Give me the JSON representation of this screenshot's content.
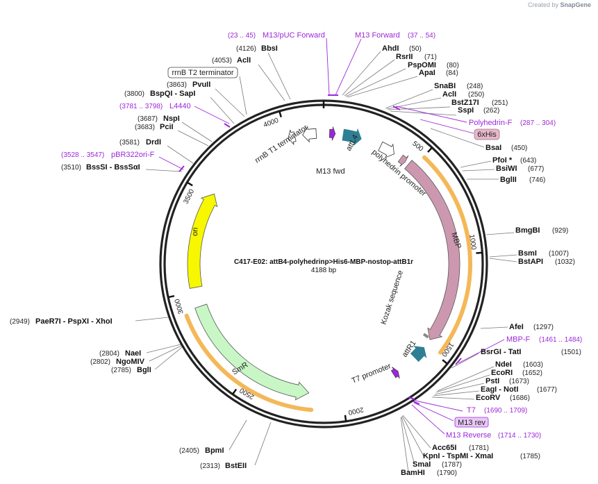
{
  "watermark": {
    "created_by": "Created by",
    "brand": "SnapGene"
  },
  "plasmid": {
    "name": "C417-E02: attB4-polyhedrinp>His6-MBP-nostop-attB1r",
    "size_text": "4188 bp",
    "length": 4188
  },
  "colors": {
    "backbone": "#222222",
    "primer": "#9c27d9",
    "ori": "#f7f700",
    "smr": "#c8f7c5",
    "mbp": "#cc98b0",
    "att": "#2e7f93",
    "translated_outline": "#f0a020",
    "tag_box": "#e6b8c9"
  },
  "ticks": [
    "500",
    "1000",
    "1500",
    "2000",
    "2500",
    "3000",
    "3500",
    "4000"
  ],
  "features": [
    {
      "id": "rrnb-t2-terminator",
      "label": "rrnB T2 terminator",
      "boxed": true
    },
    {
      "id": "rrnb-t1-terminator",
      "label": "rrnB T1 terminator"
    },
    {
      "id": "m13-fwd",
      "label": "M13 fwd"
    },
    {
      "id": "attl4",
      "label": "attL4"
    },
    {
      "id": "polyhedrin-promoter",
      "label": "polyhedrin promoter"
    },
    {
      "id": "mbp",
      "label": "MBP"
    },
    {
      "id": "kozak",
      "label": "Kozak sequence"
    },
    {
      "id": "attr1",
      "label": "attR1"
    },
    {
      "id": "t7-promoter",
      "label": "T7 promoter"
    },
    {
      "id": "smr",
      "label": "SmR"
    },
    {
      "id": "ori",
      "label": "ori"
    },
    {
      "id": "6xhis",
      "label": "6xHis",
      "boxed": true
    }
  ],
  "enzymes_right": [
    {
      "name": "AhdI",
      "pos": "(50)"
    },
    {
      "name": "RsrII",
      "pos": "(71)"
    },
    {
      "name": "PspOMI",
      "pos": "(80)"
    },
    {
      "name": "ApaI",
      "pos": "(84)"
    },
    {
      "name": "SnaBI",
      "pos": "(248)"
    },
    {
      "name": "AclI",
      "pos": "(250)"
    },
    {
      "name": "BstZ17I",
      "pos": "(251)"
    },
    {
      "name": "SspI",
      "pos": "(262)"
    },
    {
      "name": "BsaI",
      "pos": "(450)"
    },
    {
      "name": "PfoI *",
      "pos": "(643)"
    },
    {
      "name": "BsiWI",
      "pos": "(677)"
    },
    {
      "name": "BglII",
      "pos": "(746)"
    },
    {
      "name": "BmgBI",
      "pos": "(929)"
    },
    {
      "name": "BsmI",
      "pos": "(1007)"
    },
    {
      "name": "BstAPI",
      "pos": "(1032)"
    },
    {
      "name": "AfeI",
      "pos": "(1297)"
    },
    {
      "name": "BsrGI - TatI",
      "pos": "(1501)"
    },
    {
      "name": "NdeI",
      "pos": "(1603)"
    },
    {
      "name": "EcoRI",
      "pos": "(1652)"
    },
    {
      "name": "PstI",
      "pos": "(1673)"
    },
    {
      "name": "EagI - NotI",
      "pos": "(1677)"
    },
    {
      "name": "EcoRV",
      "pos": "(1686)"
    },
    {
      "name": "Acc65I",
      "pos": "(1781)"
    },
    {
      "name": "KpnI - TspMI - XmaI",
      "pos": "(1785)"
    },
    {
      "name": "SmaI",
      "pos": "(1787)"
    },
    {
      "name": "BamHI",
      "pos": "(1790)"
    }
  ],
  "enzymes_left": [
    {
      "name": "BbsI",
      "pos": "(4126)"
    },
    {
      "name": "AclI",
      "pos": "(4053)"
    },
    {
      "name": "PvuII",
      "pos": "(3863)"
    },
    {
      "name": "BspQI - SapI",
      "pos": "(3800)"
    },
    {
      "name": "NspI",
      "pos": "(3687)"
    },
    {
      "name": "PciI",
      "pos": "(3683)"
    },
    {
      "name": "DrdI",
      "pos": "(3581)"
    },
    {
      "name": "BssSI - BssSαI",
      "pos": "(3510)"
    },
    {
      "name": "PaeR7I - PspXI - XhoI",
      "pos": "(2949)"
    },
    {
      "name": "NaeI",
      "pos": "(2804)"
    },
    {
      "name": "NgoMIV",
      "pos": "(2802)"
    },
    {
      "name": "BglI",
      "pos": "(2785)"
    },
    {
      "name": "BpmI",
      "pos": "(2405)"
    },
    {
      "name": "BstEII",
      "pos": "(2313)"
    }
  ],
  "primers": [
    {
      "name": "M13/pUC Forward",
      "range": "(23 .. 45)"
    },
    {
      "name": "M13 Forward",
      "range": "(37 .. 54)"
    },
    {
      "name": "Polyhedrin-F",
      "range": "(287 .. 304)"
    },
    {
      "name": "L4440",
      "range": "(3781 .. 3798)"
    },
    {
      "name": "pBR322ori-F",
      "range": "(3528 .. 3547)"
    },
    {
      "name": "MBP-F",
      "range": "(1461 .. 1484)"
    },
    {
      "name": "T7",
      "range": "(1690 .. 1709)"
    },
    {
      "name": "M13 rev",
      "range": ""
    },
    {
      "name": "M13 Reverse",
      "range": "(1714 .. 1730)"
    }
  ]
}
